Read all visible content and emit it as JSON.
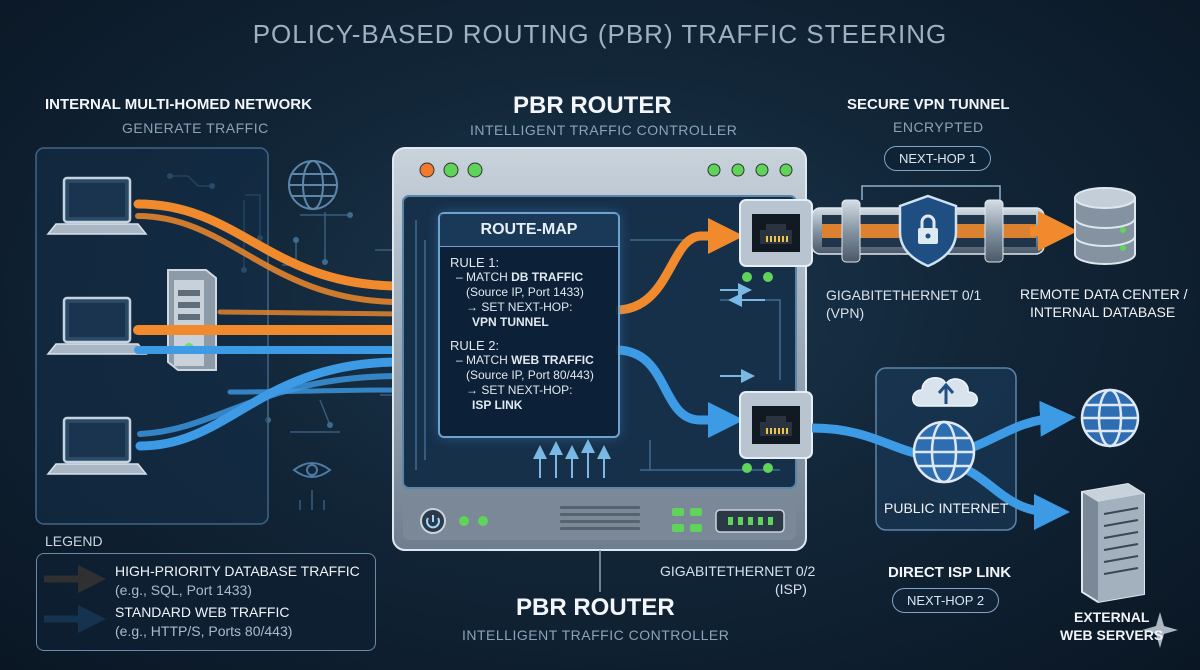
{
  "title": "POLICY-BASED ROUTING (PBR) TRAFFIC STEERING",
  "internal": {
    "title": "INTERNAL MULTI-HOMED NETWORK",
    "subtitle": "GENERATE TRAFFIC"
  },
  "router_top": {
    "title": "PBR ROUTER",
    "subtitle": "INTELLIGENT TRAFFIC CONTROLLER"
  },
  "router_bottom": {
    "title": "PBR ROUTER",
    "subtitle": "INTELLIGENT TRAFFIC CONTROLLER"
  },
  "route_map": {
    "header": "ROUTE-MAP",
    "rule1": {
      "title": "RULE 1:",
      "match_prefix": "– MATCH ",
      "match_bold": "DB TRAFFIC",
      "detail": "(Source IP, Port 1433)",
      "set": "→ SET NEXT-HOP:",
      "target": "VPN TUNNEL"
    },
    "rule2": {
      "title": "RULE 2:",
      "match_prefix": "– MATCH ",
      "match_bold": "WEB TRAFFIC",
      "detail": "(Source IP, Port 80/443)",
      "set": "→ SET NEXT-HOP:",
      "target": "ISP LINK"
    }
  },
  "vpn": {
    "title": "SECURE VPN TUNNEL",
    "subtitle": "ENCRYPTED",
    "nexthop": "NEXT-HOP 1"
  },
  "interfaces": {
    "g01_line1": "GIGABITETHERNET 0/1",
    "g01_line2": "(VPN)",
    "g02_line1": "GIGABITETHERNET 0/2",
    "g02_line2": "(ISP)"
  },
  "remote_dc": {
    "line1": "REMOTE DATA CENTER /",
    "line2": "INTERNAL DATABASE"
  },
  "public_internet": "PUBLIC INTERNET",
  "isp": {
    "title": "DIRECT ISP LINK",
    "nexthop": "NEXT-HOP 2"
  },
  "external": {
    "line1": "EXTERNAL",
    "line2": "WEB SERVERS"
  },
  "legend": {
    "title": "LEGEND",
    "items": [
      {
        "label": "HIGH-PRIORITY DATABASE TRAFFIC",
        "detail": "(e.g., SQL, Port 1433)",
        "color": "#f08a2c"
      },
      {
        "label": "STANDARD WEB TRAFFIC",
        "detail": "(e.g., HTTP/S, Ports 80/443)",
        "color": "#3d9be6"
      }
    ]
  },
  "colors": {
    "db_traffic": "#f08a2c",
    "web_traffic": "#3d9be6",
    "accent_glow": "#5fb2ff",
    "background": "#0f2030"
  },
  "icons": [
    "laptop-icon",
    "server-tower-icon",
    "globe-icon",
    "ethernet-port-icon",
    "shield-lock-icon",
    "database-icon",
    "cloud-upload-icon",
    "server-rack-icon",
    "power-icon",
    "sparkle-icon"
  ]
}
